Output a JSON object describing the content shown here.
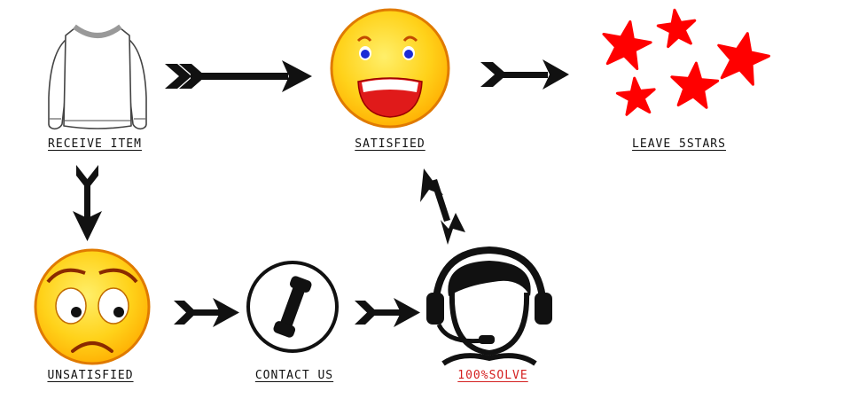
{
  "labels": {
    "receive_item": "RECEIVE ITEM",
    "satisfied": "SATISFIED",
    "leave_5stars": "LEAVE 5STARS",
    "unsatisfied": "UNSATISFIED",
    "contact_us": "CONTACT US",
    "solve": "100%SOLVE"
  },
  "icons": {
    "receive_item": "sweater-icon",
    "satisfied": "happy-face-icon",
    "leave_5stars": "stars-icon",
    "unsatisfied": "sad-face-icon",
    "contact_us": "phone-icon",
    "solve": "support-agent-icon"
  },
  "colors": {
    "arrow": "#111111",
    "star": "#ff0000",
    "face_fill": "#ffd21a",
    "face_rim": "#e07a00",
    "accent_label": "#d42020"
  }
}
